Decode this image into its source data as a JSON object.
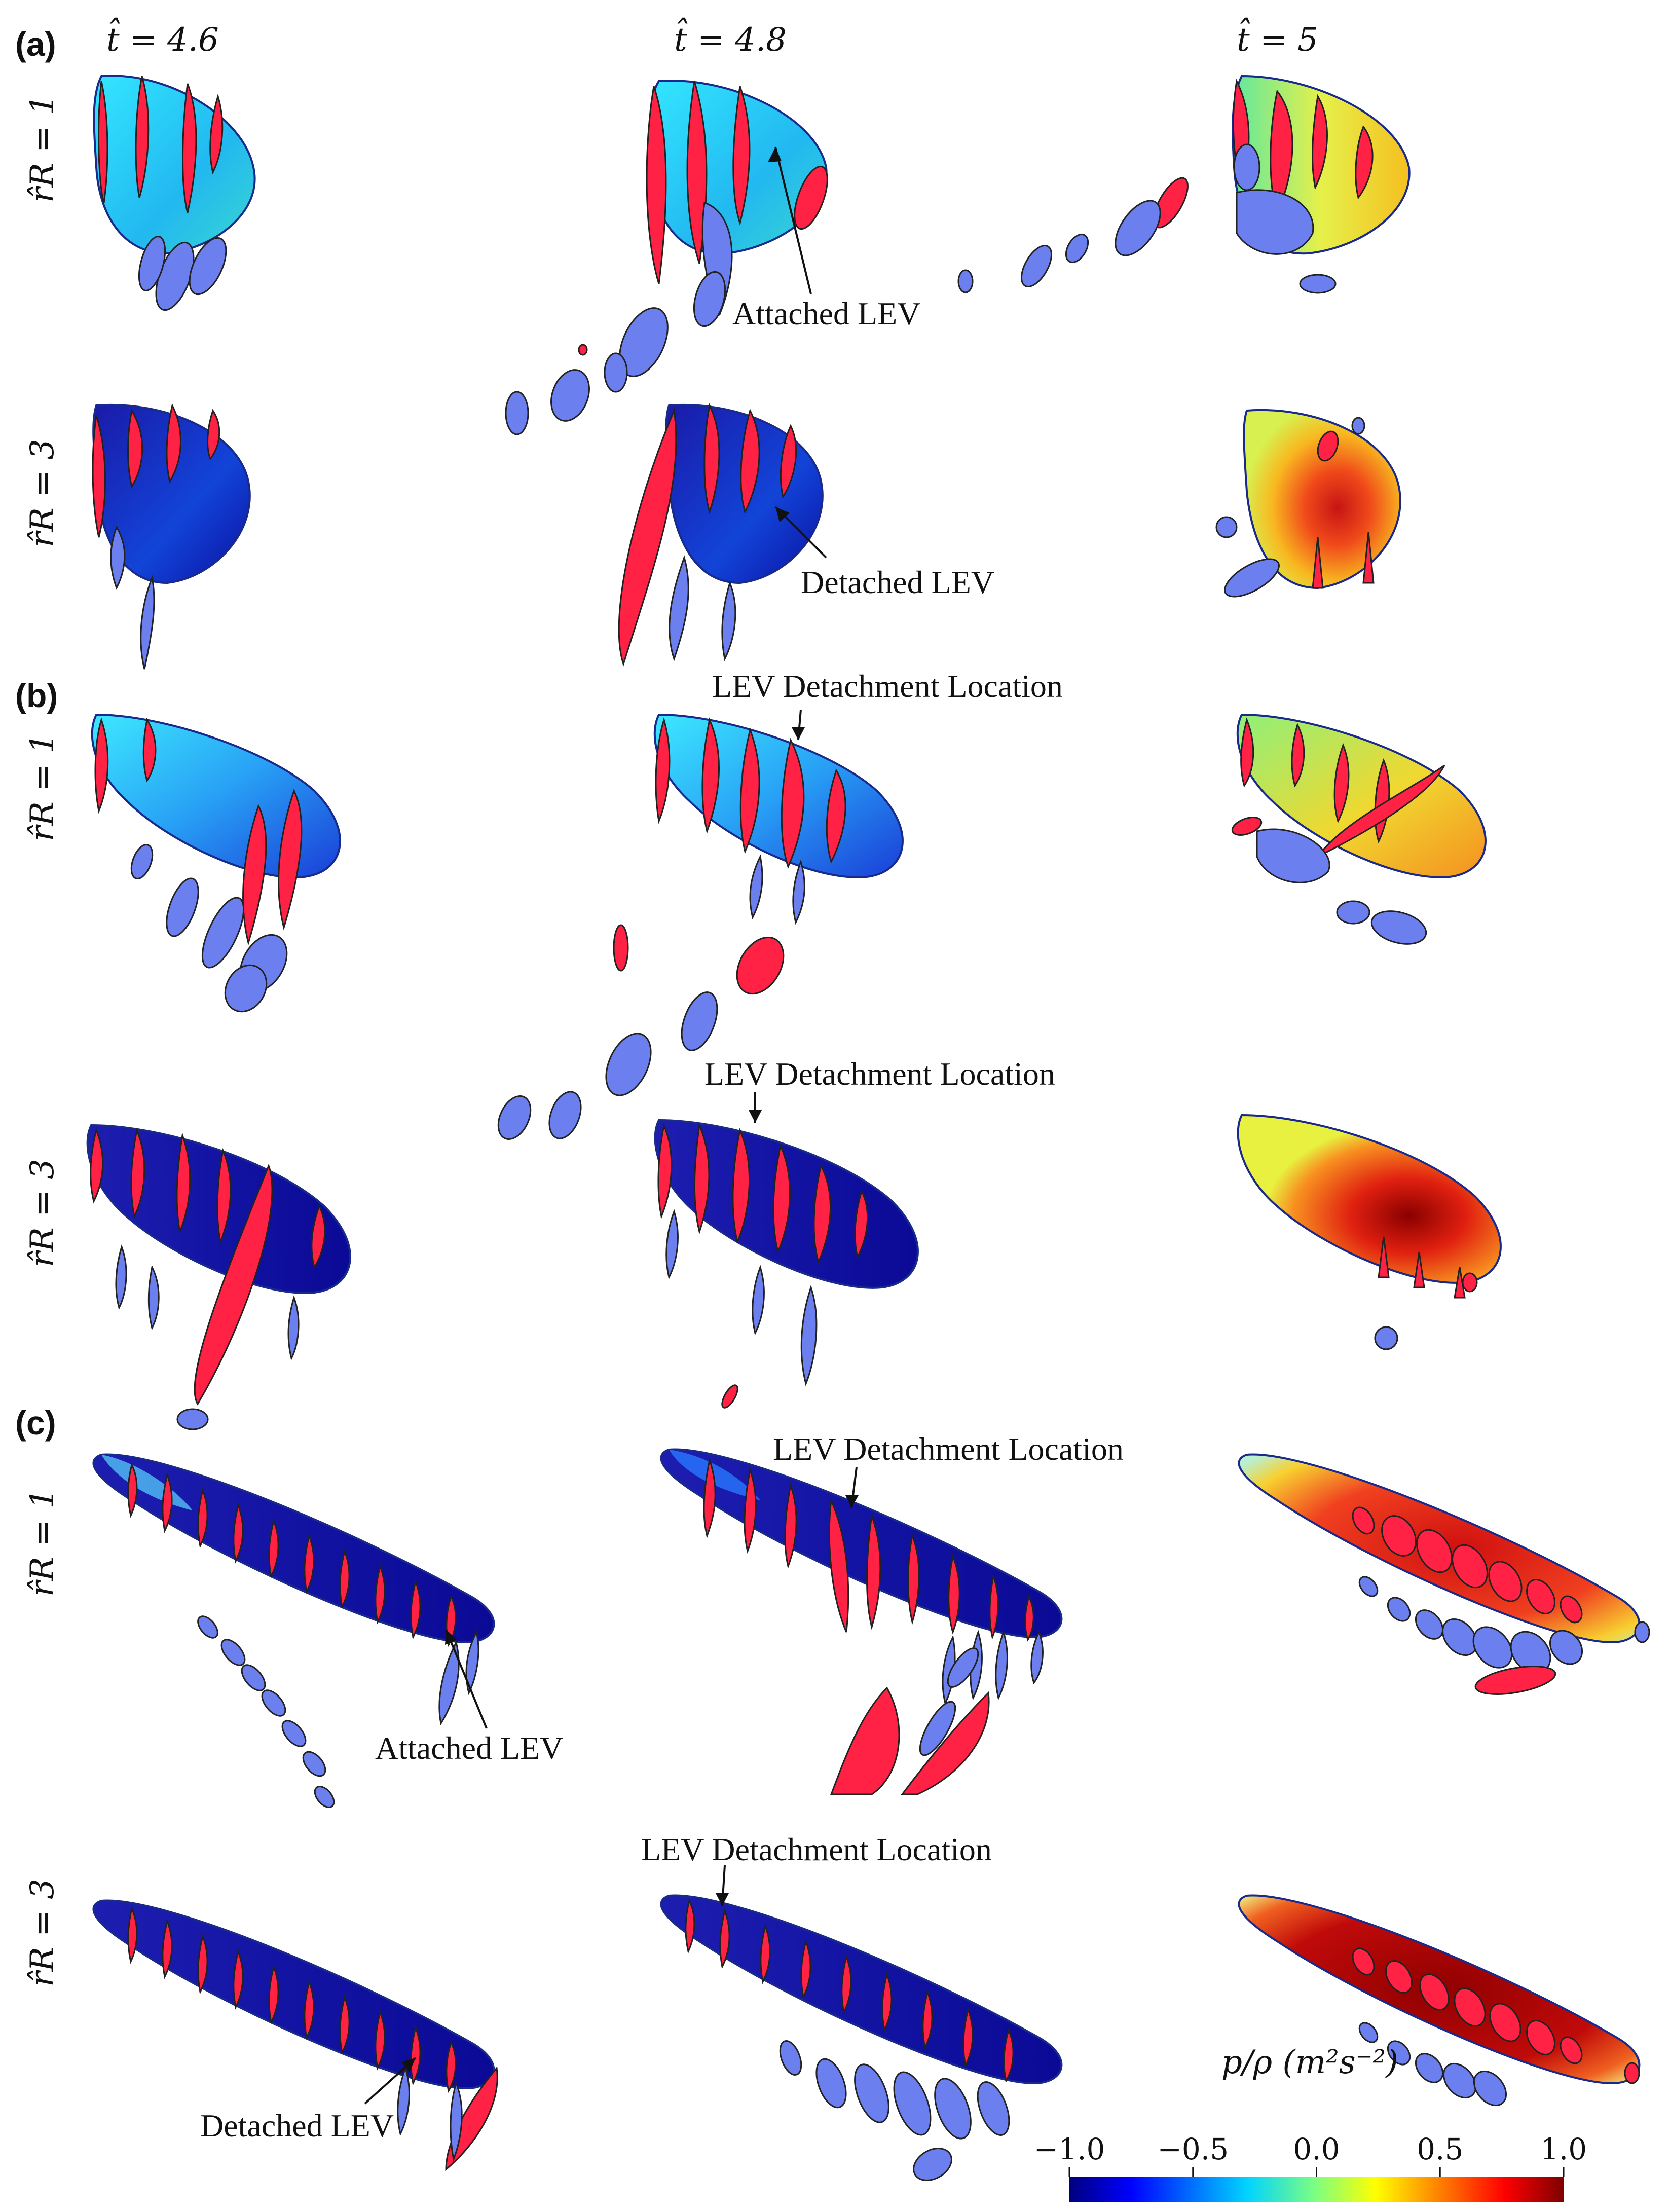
{
  "figure": {
    "panel_labels": [
      "(a)",
      "(b)",
      "(c)"
    ],
    "column_headers": [
      "t̂ = 4.6",
      "t̂ = 4.8",
      "t̂ = 5"
    ],
    "row_labels": [
      "r̂R = 1",
      "r̂R = 3",
      "r̂R = 1",
      "r̂R = 3",
      "r̂R = 1",
      "r̂R = 3"
    ],
    "annotations": {
      "a1": "Attached LEV",
      "a2": "Detached LEV",
      "b1": "LEV Detachment Location",
      "b2": "LEV Detachment Location",
      "c1": "LEV Detachment Location",
      "c1b": "Attached LEV",
      "c2": "LEV Detachment Location",
      "c2b": "Detached LEV"
    },
    "colorbar": {
      "title": "p/ρ (m²s⁻²)",
      "ticks": [
        "−1.0",
        "−0.5",
        "0.0",
        "0.5",
        "1.0"
      ],
      "range": [
        -1.0,
        1.0
      ],
      "colors": [
        "#00007f",
        "#0000ff",
        "#00bfff",
        "#7fff7f",
        "#ffff00",
        "#ff7f00",
        "#ff0000",
        "#7f0000"
      ]
    },
    "colors": {
      "vortex_positive": "#ff2244",
      "vortex_negative": "#6b7fee"
    }
  }
}
